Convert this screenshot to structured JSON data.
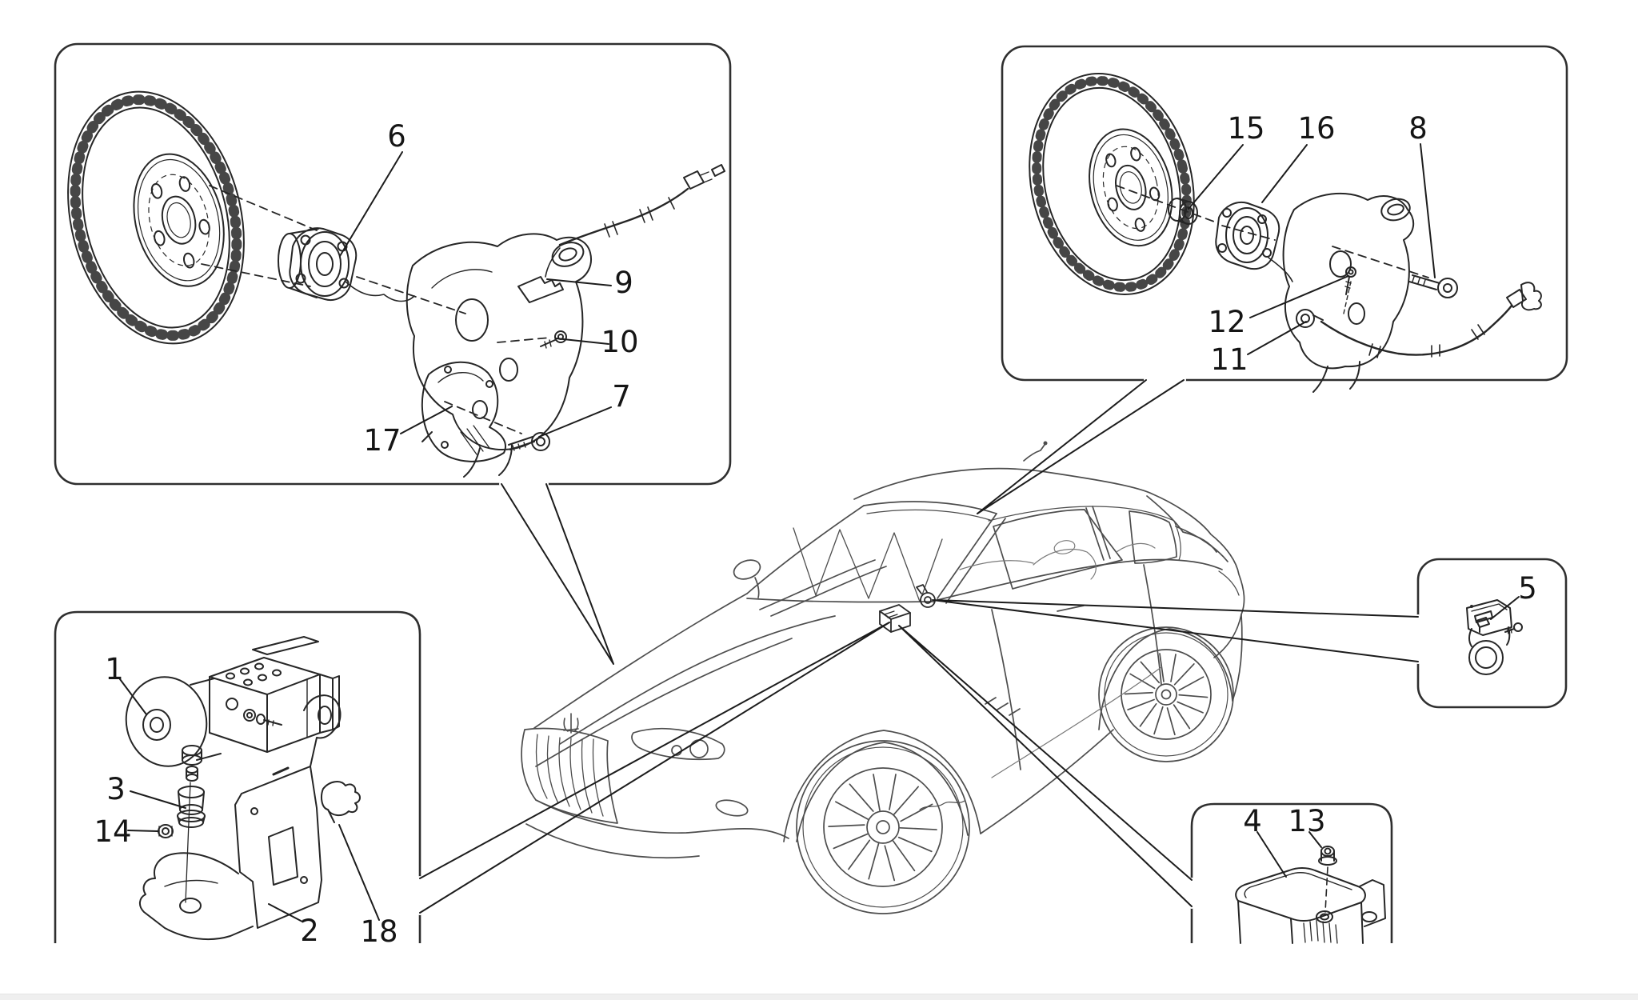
{
  "app": {
    "background": "#ffffff",
    "line_color": "#2a2a2a",
    "car_line_color": "#4d4d4d",
    "text_color": "#151515",
    "footer_strip_color": "#efefef"
  },
  "figure": {
    "type": "exploded-parts-diagram",
    "subject": "maserati-granturismo-braking-abs-system-illustration",
    "panels": [
      {
        "id": "front-brake-corner",
        "callout_ids": [
          "6",
          "9",
          "10",
          "17",
          "7"
        ]
      },
      {
        "id": "rear-brake-corner",
        "callout_ids": [
          "15",
          "16",
          "8",
          "12",
          "11"
        ]
      },
      {
        "id": "abs-hydraulic-unit",
        "callout_ids": [
          "1",
          "3",
          "14",
          "2",
          "18"
        ]
      },
      {
        "id": "acceleration-sensor",
        "callout_ids": [
          "5"
        ]
      },
      {
        "id": "electronic-control-unit",
        "callout_ids": [
          "4",
          "13"
        ]
      }
    ]
  },
  "callouts": {
    "1": "1",
    "2": "2",
    "3": "3",
    "4": "4",
    "5": "5",
    "6": "6",
    "7": "7",
    "8": "8",
    "9": "9",
    "10": "10",
    "11": "11",
    "12": "12",
    "13": "13",
    "14": "14",
    "15": "15",
    "16": "16",
    "17": "17",
    "18": "18"
  }
}
